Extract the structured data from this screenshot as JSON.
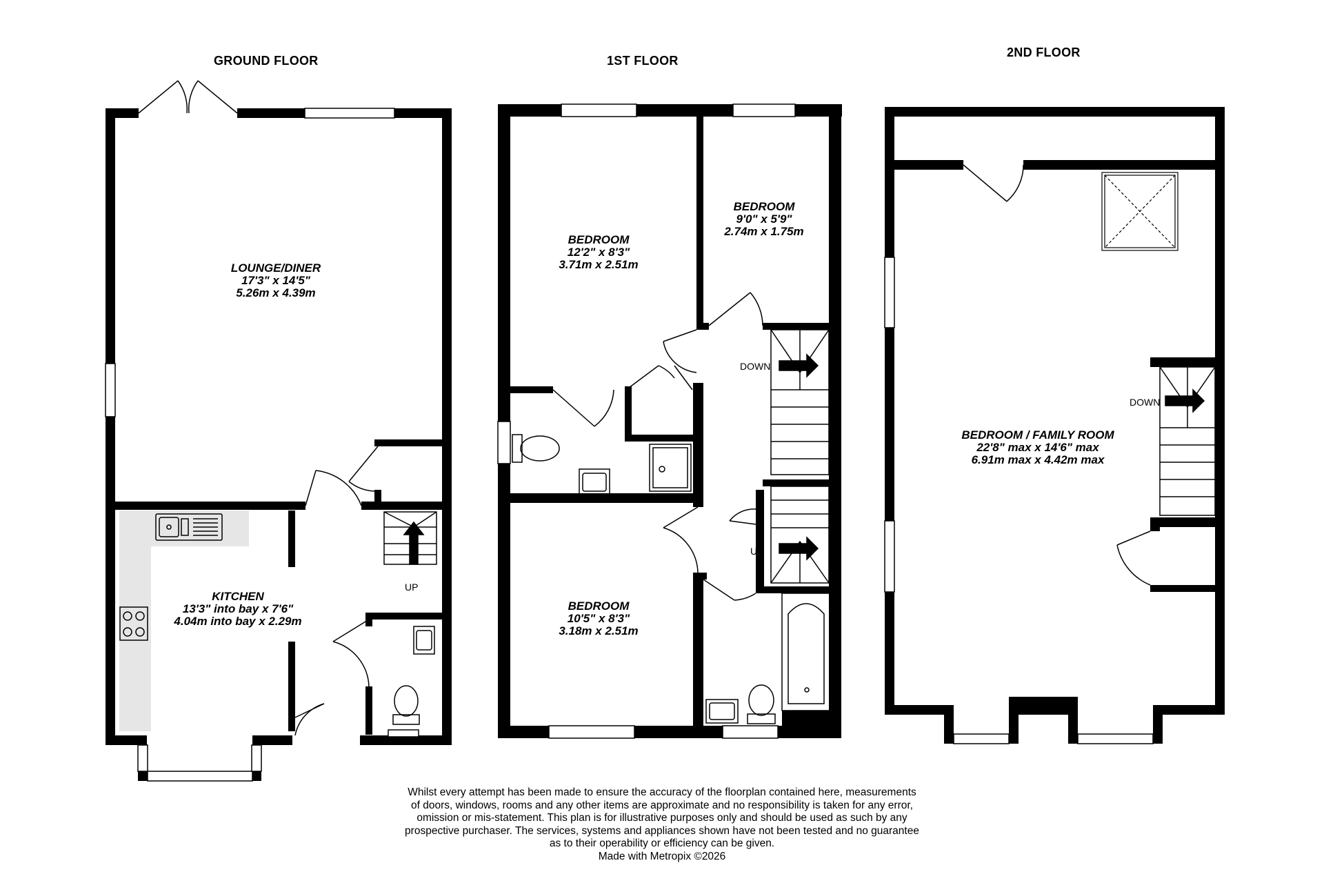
{
  "floors": [
    {
      "name": "GROUND FLOOR",
      "rooms": [
        {
          "name": "LOUNGE/DINER",
          "imperial": "17'3\"  x 14'5\"",
          "metric": "5.26m  x 4.39m"
        },
        {
          "name": "KITCHEN",
          "imperial": "13'3\" into bay x 7'6\"",
          "metric": "4.04m into bay x 2.29m"
        }
      ],
      "stair_labels": [
        "UP"
      ]
    },
    {
      "name": "1ST FLOOR",
      "rooms": [
        {
          "name": "BEDROOM",
          "imperial": "12'2\"  x 8'3\"",
          "metric": "3.71m  x 2.51m"
        },
        {
          "name": "BEDROOM",
          "imperial": "9'0\"  x 5'9\"",
          "metric": "2.74m  x 1.75m"
        },
        {
          "name": "BEDROOM",
          "imperial": "10'5\"  x 8'3\"",
          "metric": "3.18m  x 2.51m"
        }
      ],
      "stair_labels": [
        "DOWN",
        "UP"
      ]
    },
    {
      "name": "2ND FLOOR",
      "rooms": [
        {
          "name": "BEDROOM / FAMILY ROOM",
          "imperial": "22'8\" max x 14'6\" max",
          "metric": "6.91m max x 4.42m max"
        }
      ],
      "stair_labels": [
        "DOWN"
      ]
    }
  ],
  "disclaimer": [
    "Whilst every attempt has been made to ensure the accuracy of the floorplan contained here, measurements",
    "of doors, windows, rooms and any other items are approximate and no responsibility is taken for any error,",
    "omission or mis-statement. This plan is for illustrative purposes only and should be used as such by any",
    "prospective purchaser. The services, systems and appliances shown have not been tested and no guarantee",
    "as to their operability or efficiency can be given.",
    "Made with Metropix ©2026"
  ],
  "colors": {
    "wall": "#000000",
    "kitchen_counter": "#e6e6e6",
    "background": "#ffffff"
  }
}
